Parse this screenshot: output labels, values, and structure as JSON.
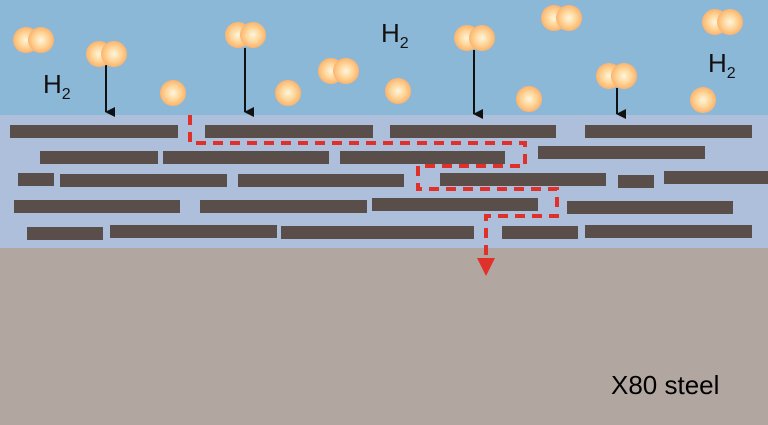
{
  "labels": {
    "h2_symbol": "H",
    "h2_subscript": "2",
    "material": "X80 steel"
  },
  "colors": {
    "hydrogen_gas": "#8cb8d8",
    "coating": "#adbfdb",
    "steel": "#b2a7a0",
    "filler_flakes": "#5a4e4a",
    "h2_molecule": "#fcb36d",
    "diffusion_path": "#e0302a",
    "arrow": "#111111"
  }
}
